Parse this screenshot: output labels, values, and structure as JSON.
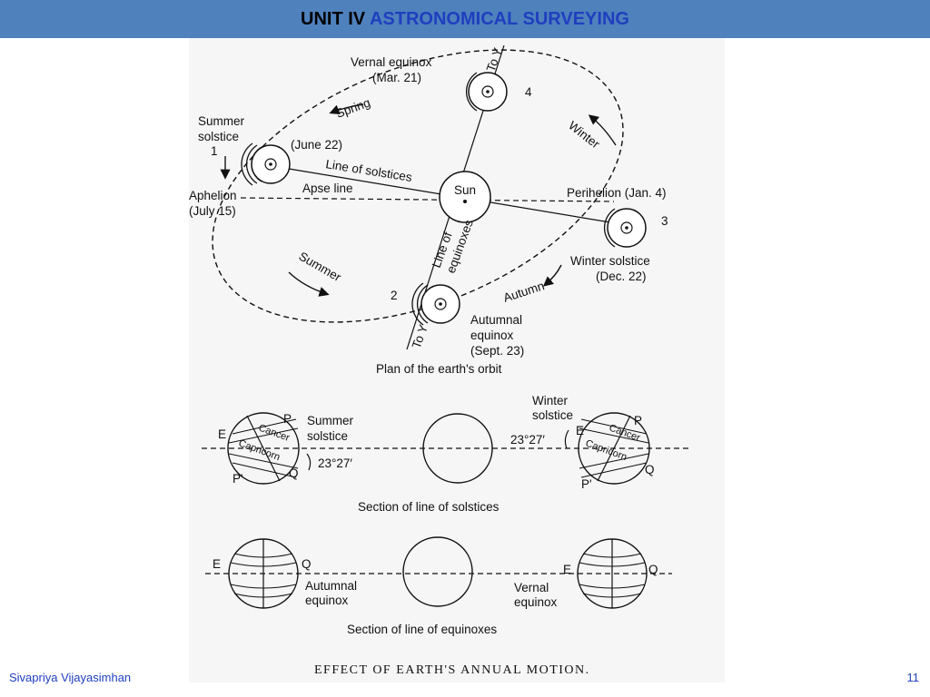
{
  "slide": {
    "title_prefix": "UNIT IV",
    "title_main": "ASTRONOMICAL SURVEYING",
    "author": "Sivapriya Vijayasimhan",
    "page_number": "11"
  },
  "colors": {
    "title_bar": "#4f81bd",
    "title_highlight": "#1f3fbf",
    "footer_text": "#1f3fbf"
  },
  "orbit": {
    "vernal_equinox": "Vernal equinox",
    "vernal_date": "(Mar. 21)",
    "spring": "Spring",
    "winter": "Winter",
    "summer_solstice_1": "Summer",
    "summer_solstice_2": "solstice",
    "pos_1": "1",
    "june": "(June 22)",
    "line_of_solstices": "Line of solstices",
    "sun": "Sun",
    "aphelion": "Aphelion",
    "aphelion_date": "(July 15)",
    "apse_line": "Apse line",
    "perihelion": "Perihelion (Jan. 4)",
    "pos_2": "2",
    "pos_3": "3",
    "pos_4": "4",
    "line_of_equinoxes_1": "Line of",
    "line_of_equinoxes_2": "equinoxes",
    "summer": "Summer",
    "autumn": "Autumn",
    "winter_solstice": "Winter solstice",
    "winter_solstice_date": "(Dec. 22)",
    "autumnal_1": "Autumnal",
    "autumnal_2": "equinox",
    "autumnal_date": "(Sept. 23)",
    "to_y_top": "To Y",
    "to_y_bottom": "To Y",
    "caption": "Plan of the earth's orbit"
  },
  "solstices_section": {
    "summer_1": "Summer",
    "summer_2": "solstice",
    "winter_1": "Winter",
    "winter_2": "solstice",
    "angle_left": "23°27′",
    "angle_right": "23°27′",
    "e_left": "E",
    "p_left": "P",
    "p_prime_left": "P'",
    "q_left": "Q",
    "e_right": "E",
    "p_right": "P",
    "p_prime_right": "P'",
    "q_right": "Q",
    "cancer_left": "Cancer",
    "capricorn_left": "Capricorn",
    "cancer_right": "Cancer",
    "capricorn_right": "Capricorn",
    "caption": "Section of line of solstices"
  },
  "equinoxes_section": {
    "e_left": "E",
    "q_left": "Q",
    "e_right": "E",
    "q_right": "Q",
    "autumnal_1": "Autumnal",
    "autumnal_2": "equinox",
    "vernal_1": "Vernal",
    "vernal_2": "equinox",
    "caption": "Section of line of equinoxes"
  },
  "figure_caption": "EFFECT OF EARTH'S ANNUAL MOTION."
}
